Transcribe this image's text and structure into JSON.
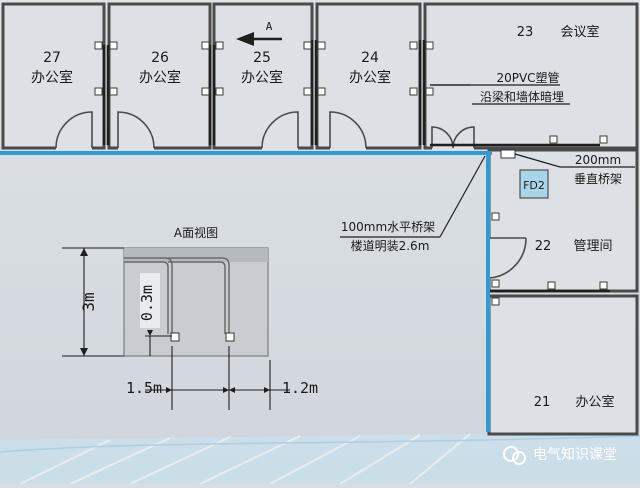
{
  "rooms": [
    {
      "number": "27",
      "name": "办公室"
    },
    {
      "number": "26",
      "name": "办公室"
    },
    {
      "number": "25",
      "name": "办公室"
    },
    {
      "number": "24",
      "name": "办公室"
    },
    {
      "number": "23",
      "name": "会议室"
    },
    {
      "number": "22",
      "name": "管理间"
    },
    {
      "number": "21",
      "name": "办公室"
    }
  ],
  "view_arrow_label": "A",
  "labels": {
    "pvc_line1": "20PVC塑管",
    "pvc_line2": "沿梁和墙体暗埋",
    "vertical_tray_line1": "200mm",
    "vertical_tray_line2": "垂直桥架",
    "fd": "FD2",
    "horizontal_tray_line1": "100mm水平桥架",
    "horizontal_tray_line2": "楼道明装2.6m"
  },
  "elevation": {
    "title": "A面视图",
    "height_label": "3m",
    "offset_label": "0.3m",
    "width_left_label": "1.5m",
    "width_right_label": "1.2m"
  },
  "watermark": "电气知识课堂",
  "colors": {
    "background": "#d9dde2",
    "wall": "#4a4a4a",
    "tray_blue": "#2e9bd6",
    "cable_dark": "#1f1f1f",
    "elevation_fill": "#c9cdd2"
  }
}
